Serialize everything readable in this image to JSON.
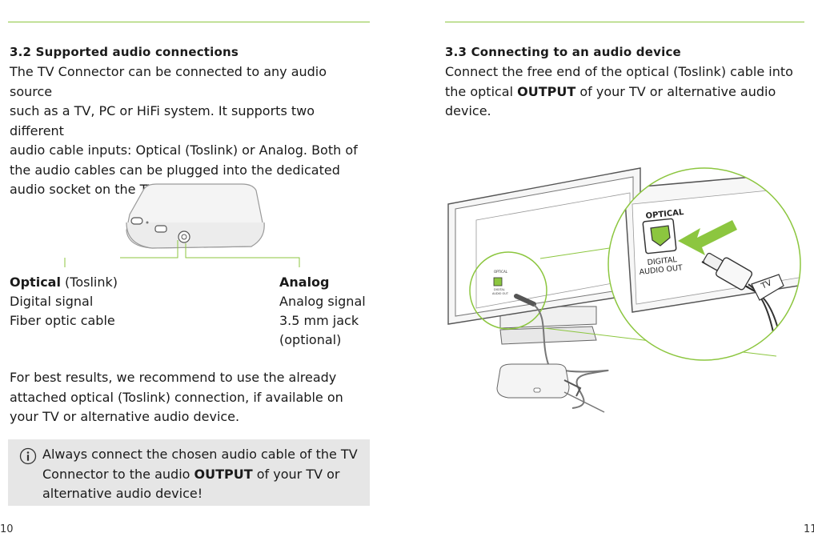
{
  "left": {
    "heading": "3.2 Supported audio connections",
    "intro_lines": [
      "The TV Connector can be connected to any audio source",
      "such as a TV, PC or HiFi system. It supports two different",
      "audio cable inputs: Optical (Toslink) or Analog. Both of",
      "the audio cables can be plugged into the dedicated",
      "audio socket on the TV Connector."
    ],
    "optical": {
      "title": "Optical",
      "title_suffix": " (Toslink)",
      "line2": "Digital signal",
      "line3": "Fiber optic cable"
    },
    "analog": {
      "title": "Analog",
      "line2": "Analog signal",
      "line3": "3.5 mm jack",
      "line4": "(optional)"
    },
    "recommend_lines": [
      "For best results, we recommend to use the already",
      "attached optical (Toslink) connection, if available on",
      "your TV or alternative audio device."
    ],
    "note": {
      "line1": "Always connect the chosen audio cable of the TV",
      "line2_pre": "Connector to the audio ",
      "line2_bold": "OUTPUT",
      "line2_post": " of your TV or",
      "line3": "alternative audio device!",
      "icon": "info-icon"
    },
    "page_number": "10"
  },
  "right": {
    "heading": "3.3 Connecting to an audio device",
    "line1": "Connect the free end of the optical (Toslink) cable into",
    "line2_pre": "the optical ",
    "line2_bold": "OUTPUT",
    "line2_post": " of your TV or alternative audio",
    "line3": "device.",
    "illustration": {
      "port_label_top": "OPTICAL",
      "port_label_bottom_1": "DIGITAL",
      "port_label_bottom_2": "AUDIO OUT",
      "cable_tag": "TV",
      "small_label_1": "OPTICAL",
      "small_label_2": "DIGITAL",
      "small_label_3": "AUDIO OUT"
    },
    "page_number": "11"
  },
  "colors": {
    "accent": "#8cc63f",
    "note_bg": "#e6e6e6"
  }
}
